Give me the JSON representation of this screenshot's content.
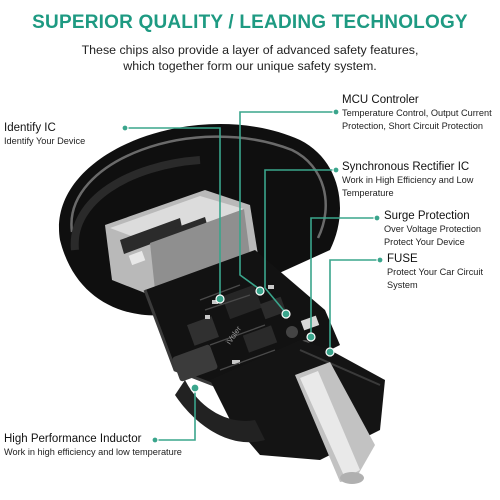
{
  "headline": "SUPERIOR QUALITY / LEADING TECHNOLOGY",
  "subtitle_lines": [
    "These chips also provide a layer of advanced safety features,",
    "which together form our unique safety system."
  ],
  "brand_on_board": "iVoler",
  "features": {
    "identify_ic": {
      "title": "Identify IC",
      "desc": [
        "Identify Your Device"
      ]
    },
    "mcu": {
      "title": "MCU Controler",
      "desc": [
        "Temperature Control, Output Current",
        "Protection, Short Circuit Protection"
      ]
    },
    "rectifier": {
      "title": "Synchronous Rectifier IC",
      "desc": [
        "Work in High Efficiency and Low",
        "Temperature"
      ]
    },
    "surge": {
      "title": "Surge Protection",
      "desc": [
        "Over Voltage Protection",
        "Protect Your Device"
      ]
    },
    "fuse": {
      "title": "FUSE",
      "desc": [
        "Protect Your Car Circuit",
        "System"
      ]
    },
    "inductor": {
      "title": "High Performance Inductor",
      "desc": [
        "Work in high efficiency and low temperature"
      ]
    }
  },
  "colors": {
    "accent": "#1e9a82",
    "leader": "#3aa58c"
  }
}
